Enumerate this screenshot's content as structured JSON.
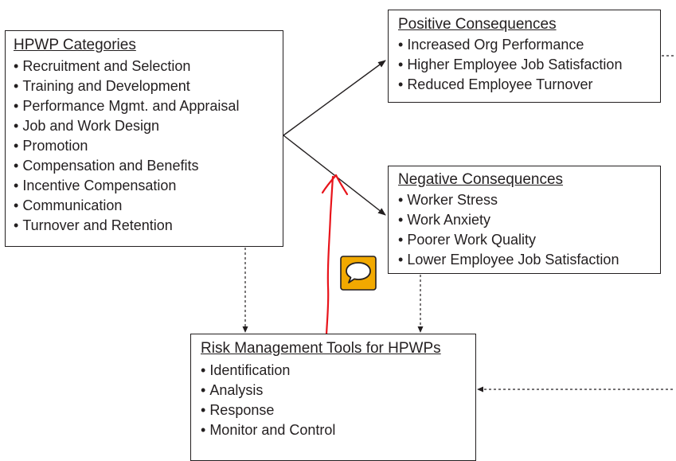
{
  "hpwp_box": {
    "title": "HPWP Categories",
    "items": [
      "Recruitment and Selection",
      "Training and Development",
      "Performance Mgmt. and Appraisal",
      "Job and Work Design",
      "Promotion",
      "Compensation and Benefits",
      "Incentive Compensation",
      "Communication",
      "Turnover and Retention"
    ]
  },
  "positive_box": {
    "title": "Positive Consequences",
    "items": [
      "Increased Org Performance",
      "Higher Employee Job Satisfaction",
      "Reduced Employee Turnover"
    ]
  },
  "negative_box": {
    "title": "Negative Consequences",
    "items": [
      "Worker Stress",
      "Work Anxiety",
      "Poorer Work Quality",
      "Lower Employee Job Satisfaction"
    ]
  },
  "risk_box": {
    "title": "Risk Management Tools for HPWPs",
    "items": [
      "Identification",
      "Analysis",
      "Response",
      "Monitor and Control"
    ]
  },
  "annotations": {
    "comment_icon": "speech-bubble-icon",
    "comment_color": "#f2a900",
    "pen_stroke_color": "#e8141b"
  },
  "colors": {
    "line": "#231f20",
    "background": "#ffffff"
  }
}
